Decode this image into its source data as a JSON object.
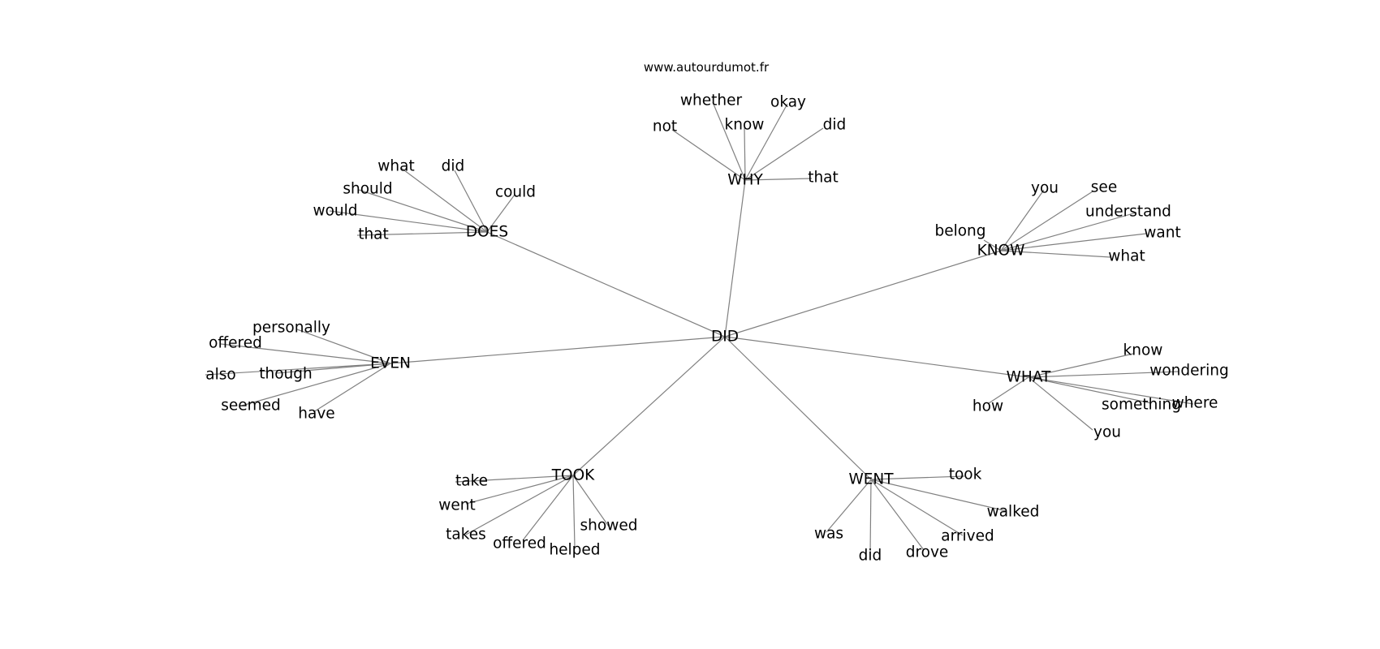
{
  "source_label": "www.autourdumot.fr",
  "root": {
    "id": "did-root",
    "label": "DID"
  },
  "hubs": [
    {
      "id": "why",
      "label": "WHY",
      "words": [
        {
          "id": "not",
          "label": "not"
        },
        {
          "id": "whether",
          "label": "whether"
        },
        {
          "id": "know",
          "label": "know"
        },
        {
          "id": "okay",
          "label": "okay"
        },
        {
          "id": "did",
          "label": "did"
        },
        {
          "id": "that",
          "label": "that"
        }
      ]
    },
    {
      "id": "does",
      "label": "DOES",
      "words": [
        {
          "id": "what",
          "label": "what"
        },
        {
          "id": "did",
          "label": "did"
        },
        {
          "id": "could",
          "label": "could"
        },
        {
          "id": "should",
          "label": "should"
        },
        {
          "id": "would",
          "label": "would"
        },
        {
          "id": "that",
          "label": "that"
        }
      ]
    },
    {
      "id": "know",
      "label": "KNOW",
      "words": [
        {
          "id": "you",
          "label": "you"
        },
        {
          "id": "see",
          "label": "see"
        },
        {
          "id": "understand",
          "label": "understand"
        },
        {
          "id": "belong",
          "label": "belong"
        },
        {
          "id": "want",
          "label": "want"
        },
        {
          "id": "what",
          "label": "what"
        }
      ]
    },
    {
      "id": "even",
      "label": "EVEN",
      "words": [
        {
          "id": "personally",
          "label": "personally"
        },
        {
          "id": "offered",
          "label": "offered"
        },
        {
          "id": "also",
          "label": "also"
        },
        {
          "id": "though",
          "label": "though"
        },
        {
          "id": "seemed",
          "label": "seemed"
        },
        {
          "id": "have",
          "label": "have"
        }
      ]
    },
    {
      "id": "what",
      "label": "WHAT",
      "words": [
        {
          "id": "know",
          "label": "know"
        },
        {
          "id": "wondering",
          "label": "wondering"
        },
        {
          "id": "how",
          "label": "how"
        },
        {
          "id": "something",
          "label": "something"
        },
        {
          "id": "where",
          "label": "where"
        },
        {
          "id": "you",
          "label": "you"
        }
      ]
    },
    {
      "id": "took",
      "label": "TOOK",
      "words": [
        {
          "id": "take",
          "label": "take"
        },
        {
          "id": "went",
          "label": "went"
        },
        {
          "id": "takes",
          "label": "takes"
        },
        {
          "id": "offered",
          "label": "offered"
        },
        {
          "id": "helped",
          "label": "helped"
        },
        {
          "id": "showed",
          "label": "showed"
        }
      ]
    },
    {
      "id": "went",
      "label": "WENT",
      "words": [
        {
          "id": "took",
          "label": "took"
        },
        {
          "id": "walked",
          "label": "walked"
        },
        {
          "id": "arrived",
          "label": "arrived"
        },
        {
          "id": "was",
          "label": "was"
        },
        {
          "id": "did",
          "label": "did"
        },
        {
          "id": "drove",
          "label": "drove"
        }
      ]
    }
  ]
}
